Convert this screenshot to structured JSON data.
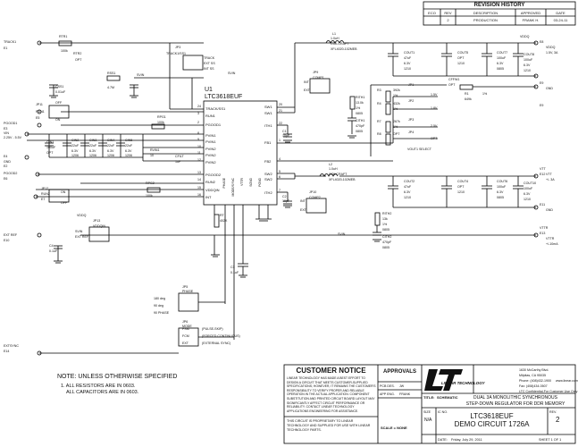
{
  "revision": {
    "title": "REVISION HISTORY",
    "headers": [
      "ECO",
      "REV",
      "DESCRIPTION",
      "APPROVED",
      "DATE"
    ],
    "row": [
      "",
      "2",
      "PRODUCTION",
      "FRANK H.",
      "03-24-11"
    ]
  },
  "schematic": {
    "ic_ref": "U1",
    "ic_part": "LTC3618EUF",
    "ic_pins_left": [
      {
        "num": "24",
        "name": "TRACK/SS1"
      },
      {
        "num": "3",
        "name": "RUN1"
      },
      {
        "num": "2",
        "name": "PGOOD1"
      },
      {
        "num": "8",
        "name": "PVIN1"
      },
      {
        "num": "9",
        "name": "PVIN1"
      },
      {
        "num": "10",
        "name": "PVIN2"
      },
      {
        "num": "11",
        "name": "PVIN2"
      },
      {
        "num": "12",
        "name": "PVIN2"
      },
      {
        "num": "13",
        "name": "PGOOD2"
      },
      {
        "num": "14",
        "name": "RUN2"
      },
      {
        "num": "15",
        "name": "VDDQIN"
      },
      {
        "num": "16",
        "name": "INT"
      }
    ],
    "ic_pins_right": [
      {
        "num": "20",
        "name": "SW1"
      },
      {
        "num": "21",
        "name": "SW1"
      },
      {
        "num": "22",
        "name": "ITH1"
      },
      {
        "num": "1",
        "name": "FB1"
      },
      {
        "num": "4",
        "name": "FB2"
      },
      {
        "num": "5",
        "name": "SW2"
      },
      {
        "num": "6",
        "name": "SW2"
      },
      {
        "num": "7",
        "name": "ITH2"
      }
    ],
    "ic_pins_bottom": [
      "PHASE",
      "MODE/SYNC",
      "VTTR",
      "SGND",
      "PGND"
    ],
    "ic_pins_bottom_nums": [
      "18",
      "17",
      "19",
      "25"
    ],
    "labels": [
      "TRACK1",
      "E1",
      "RTR1",
      "100k",
      "RTR2",
      "OPT",
      "JP3",
      "TRACK1/SS1",
      "TRACK",
      "EXT SS",
      "INT SS",
      "CSS1",
      "0.01uF",
      "RSS1",
      "4.7M",
      "SVIN",
      "SVIN",
      "JP11",
      "RUN1",
      "E5",
      "OFF",
      "ON",
      "RPG1",
      "100k",
      "PGOOD1",
      "E3",
      "VIN",
      "2.25V - 5.5V",
      "E4",
      "GND",
      "E2",
      "CIN1",
      "100uF",
      "OPT",
      "CIN2",
      "22uF",
      "6.3V",
      "1206",
      "CIN3",
      "22uF",
      "6.3V",
      "1206",
      "CIN4",
      "22uF",
      "6.3V",
      "1206",
      "CIN5",
      "22uF",
      "6.3V",
      "1206",
      "RVIN1",
      "10",
      "CFILT",
      "1uF",
      "PGOOD2",
      "E6",
      "RPG2",
      "100k",
      "JP12",
      "RUN2",
      "E7",
      "ON",
      "OFF",
      "VDDQ",
      "JP13",
      "VDDQIN",
      "EXT REF",
      "SVIN",
      "EXT REF",
      "E10",
      "C4",
      "0.1uF",
      "RT",
      "402K",
      "C3",
      "0.1uF",
      "L1",
      "1.0uH",
      "COILCRAFT",
      "XFL4020-102MEB",
      "JP9",
      "COMP1",
      "INT",
      "EXT",
      "RITH1",
      "13.0k",
      "1%",
      "0805",
      "CITH1",
      "470pF",
      "0805",
      "C1",
      "10pF",
      "COUT1",
      "47uF",
      "6.3V",
      "1210",
      "COUT5",
      "OPT",
      "1210",
      "COUT7",
      "100uF",
      "6.3V",
      "0805",
      "COUT8",
      "100uF",
      "6.3V",
      "1210",
      "VDDQ",
      "E8",
      "VDDQ",
      "1.5V, 3A",
      "E9",
      "GND",
      "R3",
      "392k",
      "1%",
      "JP1",
      "1.5V",
      "R4",
      "432k",
      "1%",
      "JP2",
      "1.8V",
      "CFFW1",
      "OPT",
      "R1",
      "649k",
      "1%",
      "E9",
      "R7",
      "267k",
      "1%",
      "JP3",
      "2.5V",
      "R8",
      "OPT",
      "JP4",
      "OPT",
      "VOUT1 SELECT",
      "L2",
      "1.0uH",
      "COILCRAFT",
      "XFL4020-102MEB",
      "JP10",
      "COMP2",
      "INT",
      "EXT",
      "SVIN",
      "C2",
      "10pF",
      "RITH2",
      "13k",
      "1%",
      "0805",
      "CITH2",
      "470pF",
      "0805",
      "COUT2",
      "47uF",
      "6.3V",
      "1210",
      "COUT4",
      "OPT",
      "1210",
      "COUT6",
      "100uF",
      "6.3V",
      "0805",
      "COUT10",
      "100uF",
      "6.3V",
      "1210",
      "VTT",
      "E12",
      "VTT",
      "+/- 3A",
      "E11",
      "GND",
      "VTTR",
      "E13",
      "VTTR",
      "+/-10mA",
      "JP5",
      "PHASE",
      "180 deg",
      "90 deg",
      "90 PHASE",
      "JP6",
      "MODE",
      "PSM",
      "FCM",
      "EXT",
      "(PULSE-SKIP)",
      "(FORCED CONTINUOUS)",
      "(EXTERNAL SYNC)",
      "EXTSYNC",
      "E14"
    ]
  },
  "notes": {
    "title": "NOTE: UNLESS OTHERWISE SPECIFIED",
    "lines": [
      "1. ALL RESISTORS ARE IN 0603.",
      "ALL CAPACITORS ARE IN 0603."
    ]
  },
  "customer_notice": {
    "title": "CUSTOMER NOTICE",
    "body": "LINEAR TECHNOLOGY HAS MADE A BEST EFFORT TO DESIGN A CIRCUIT THAT MEETS CUSTOMER-SUPPLIED SPECIFICATIONS; HOWEVER, IT REMAINS THE CUSTOMER'S RESPONSIBILITY TO VERIFY PROPER AND RELIABLE OPERATION IN THE ACTUAL APPLICATION. COMPONENT SUBSTITUTION AND PRINTED CIRCUIT BOARD LAYOUT MAY SIGNIFICANTLY AFFECT CIRCUIT PERFORMANCE OR RELIABILITY. CONTACT LINEAR TECHNOLOGY APPLICATIONS ENGINEERING FOR ASSISTANCE.",
    "footer": "THIS CIRCUIT IS PROPRIETARY TO LINEAR TECHNOLOGY AND SUPPLIED FOR USE WITH LINEAR TECHNOLOGY PARTS."
  },
  "approvals": {
    "title": "APPROVALS",
    "pcb_des_label": "PCB DES.",
    "pcb_des": "JW",
    "app_eng_label": "APP ENG.",
    "app_eng": "FRANK",
    "scale_label": "SCALE = NONE"
  },
  "company": {
    "logo": "LINEAR TECHNOLOGY",
    "address": [
      "1630 McCarthy Blvd.",
      "Milpitas, CA 95035",
      "Phone: (408)432-1900",
      "www.linear.com",
      "Fax: (408)434-0507",
      "LTC Confidential-For Customer Use Only"
    ]
  },
  "title_block": {
    "title_label": "TITLE:",
    "title_value": "SCHEMATIC",
    "desc1": "DUAL 3A MONOLITHIC SYNCHRONOUS",
    "desc2": "STEP-DOWN REGULATOR FOR DDR MEMORY",
    "ic_no_label": "IC NO.",
    "part": "LTC3618EUF",
    "circuit": "DEMO CIRCUIT 1726A",
    "rev_label": "REV.",
    "rev": "2",
    "size_label": "SIZE",
    "size": "N/A",
    "date_label": "DATE:",
    "date": "Friday, July 29, 2011",
    "sheet": "SHEET 1 OF 1"
  }
}
